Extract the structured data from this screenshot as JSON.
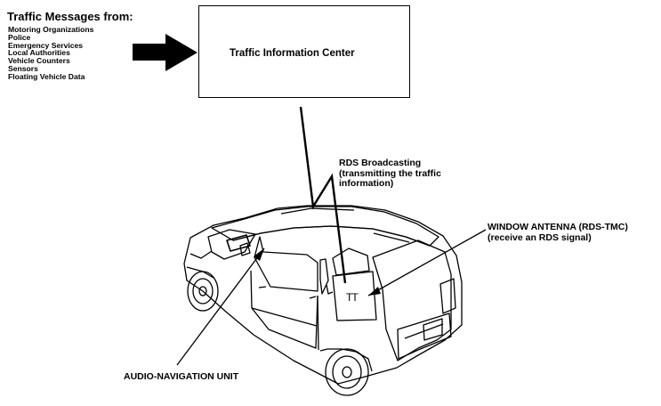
{
  "sources": {
    "title": "Traffic Messages from:",
    "items": [
      "Motoring Organizations",
      "Police",
      "Emergency Services",
      "Local Authorities",
      "Vehicle Counters",
      "Sensors",
      "Floating Vehicle Data"
    ]
  },
  "center": {
    "label": "Traffic Information Center"
  },
  "rds": {
    "line1": "RDS Broadcasting",
    "line2": "(transmitting the traffic",
    "line3": "information)"
  },
  "antenna": {
    "line1": "WINDOW ANTENNA (RDS-TMC)",
    "line2": "(receive an RDS signal)"
  },
  "audio_unit": {
    "label": "AUDIO-NAVIGATION UNIT"
  },
  "antenna_symbol": {
    "label": "TT"
  }
}
